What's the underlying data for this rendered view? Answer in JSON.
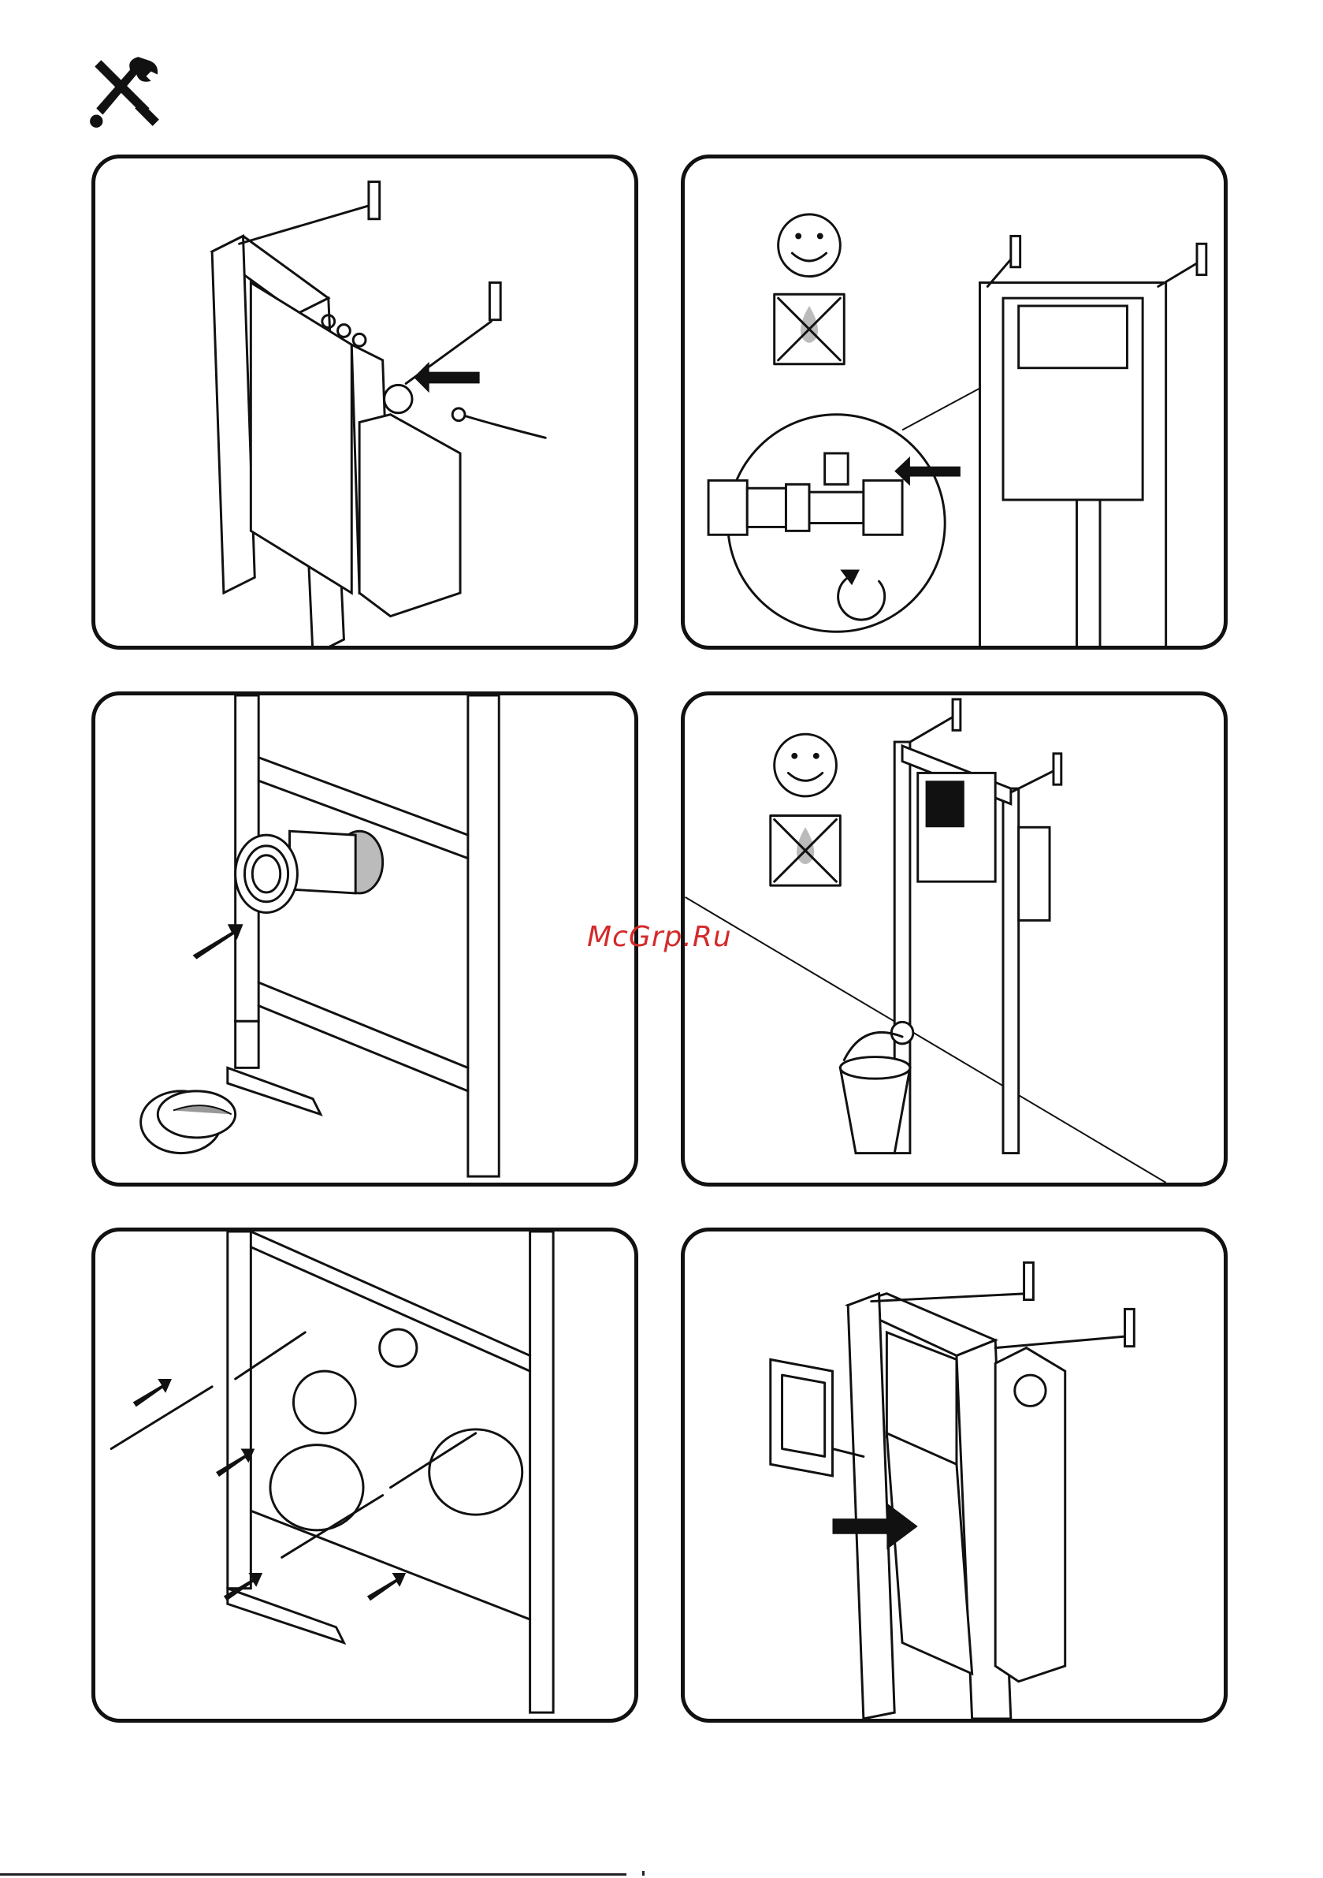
{
  "header": {
    "icon": "tools-icon"
  },
  "watermark": {
    "text": "McGrp.Ru",
    "color": "#d42a2a"
  },
  "colors": {
    "ink": "#111111",
    "paper": "#ffffff",
    "accent_gray": "#bbbbbb"
  },
  "panels": [
    {
      "id": "p1",
      "icons": [
        "frame-icon",
        "arrow-icon",
        "hose-icon"
      ]
    },
    {
      "id": "p2",
      "icons": [
        "smiley-icon",
        "no-drip-icon",
        "valve-detail-icon",
        "arrow-icon",
        "rotate-icon"
      ]
    },
    {
      "id": "p3",
      "icons": [
        "pipe-fitting-icon",
        "arrow-icon",
        "sealant-jar-icon"
      ]
    },
    {
      "id": "p4",
      "icons": [
        "smiley-icon",
        "no-drip-icon",
        "frame-icon",
        "bucket-icon"
      ]
    },
    {
      "id": "p5",
      "icons": [
        "rod-icon",
        "arrow-icon",
        "pipe-cap-icon"
      ]
    },
    {
      "id": "p6",
      "icons": [
        "button-plate-icon",
        "arrow-icon",
        "frame-icon"
      ]
    }
  ]
}
